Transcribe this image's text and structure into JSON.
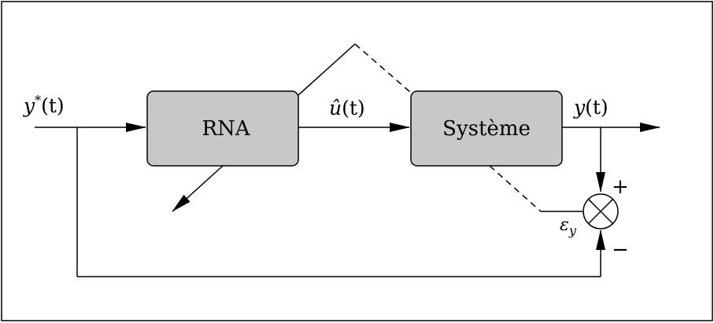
{
  "diagram": {
    "blocks": {
      "rna": "RNA",
      "systeme": "Système"
    },
    "signals": {
      "reference": {
        "base": "y",
        "sup": "*",
        "arg": "(t)"
      },
      "control": {
        "base": "û",
        "arg": "(t)"
      },
      "output": {
        "base": "y",
        "arg": "(t)"
      },
      "error": {
        "base": "ε",
        "sub": "y"
      }
    },
    "comparator": {
      "plus": "+",
      "minus": "−"
    },
    "colors": {
      "block_fill": "#c8c8c8",
      "stroke": "#000000",
      "background": "#ffffff"
    }
  }
}
